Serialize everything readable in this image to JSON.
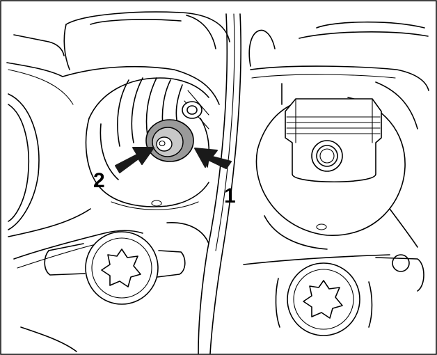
{
  "figure": {
    "colors": {
      "line": "#000000",
      "background": "#ffffff",
      "bulb_gray": "#9a9a9a",
      "arrow": "#1a1a1a"
    },
    "callouts": [
      {
        "label": "1",
        "target": "bulb-socket"
      },
      {
        "label": "2",
        "target": "bulb"
      }
    ]
  }
}
